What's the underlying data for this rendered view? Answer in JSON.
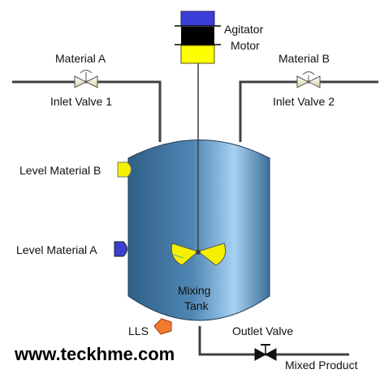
{
  "labels": {
    "agitator_line1": "Agitator",
    "agitator_line2": "Motor",
    "material_a": "Material A",
    "material_b": "Material B",
    "inlet_valve_1": "Inlet Valve 1",
    "inlet_valve_2": "Inlet Valve 2",
    "level_material_b": "Level Material B",
    "level_material_a": "Level Material A",
    "tank_line1": "Mixing",
    "tank_line2": "Tank",
    "lls": "LLS",
    "outlet_valve": "Outlet Valve",
    "mixed_product": "Mixed Product",
    "website": "www.teckhme.com"
  },
  "colors": {
    "motor_top": "#3b3fd8",
    "motor_middle": "#000000",
    "motor_bottom": "#ffff00",
    "tank_dark": "#2f5f86",
    "tank_mid": "#4f86b3",
    "tank_light": "#a7d1f2",
    "pipe": "#404040",
    "sensor_b": "#f4f000",
    "sensor_a": "#3a3fd0",
    "sensor_lls": "#f07a2e",
    "blade": "#f4f000",
    "valve_body": "#f3efc6"
  },
  "icons": {
    "inlet_valve_1": "gate-valve-icon",
    "inlet_valve_2": "gate-valve-icon",
    "outlet_valve": "gate-valve-icon",
    "agitator_motor": "motor-icon",
    "impeller": "impeller-blade-icon"
  }
}
